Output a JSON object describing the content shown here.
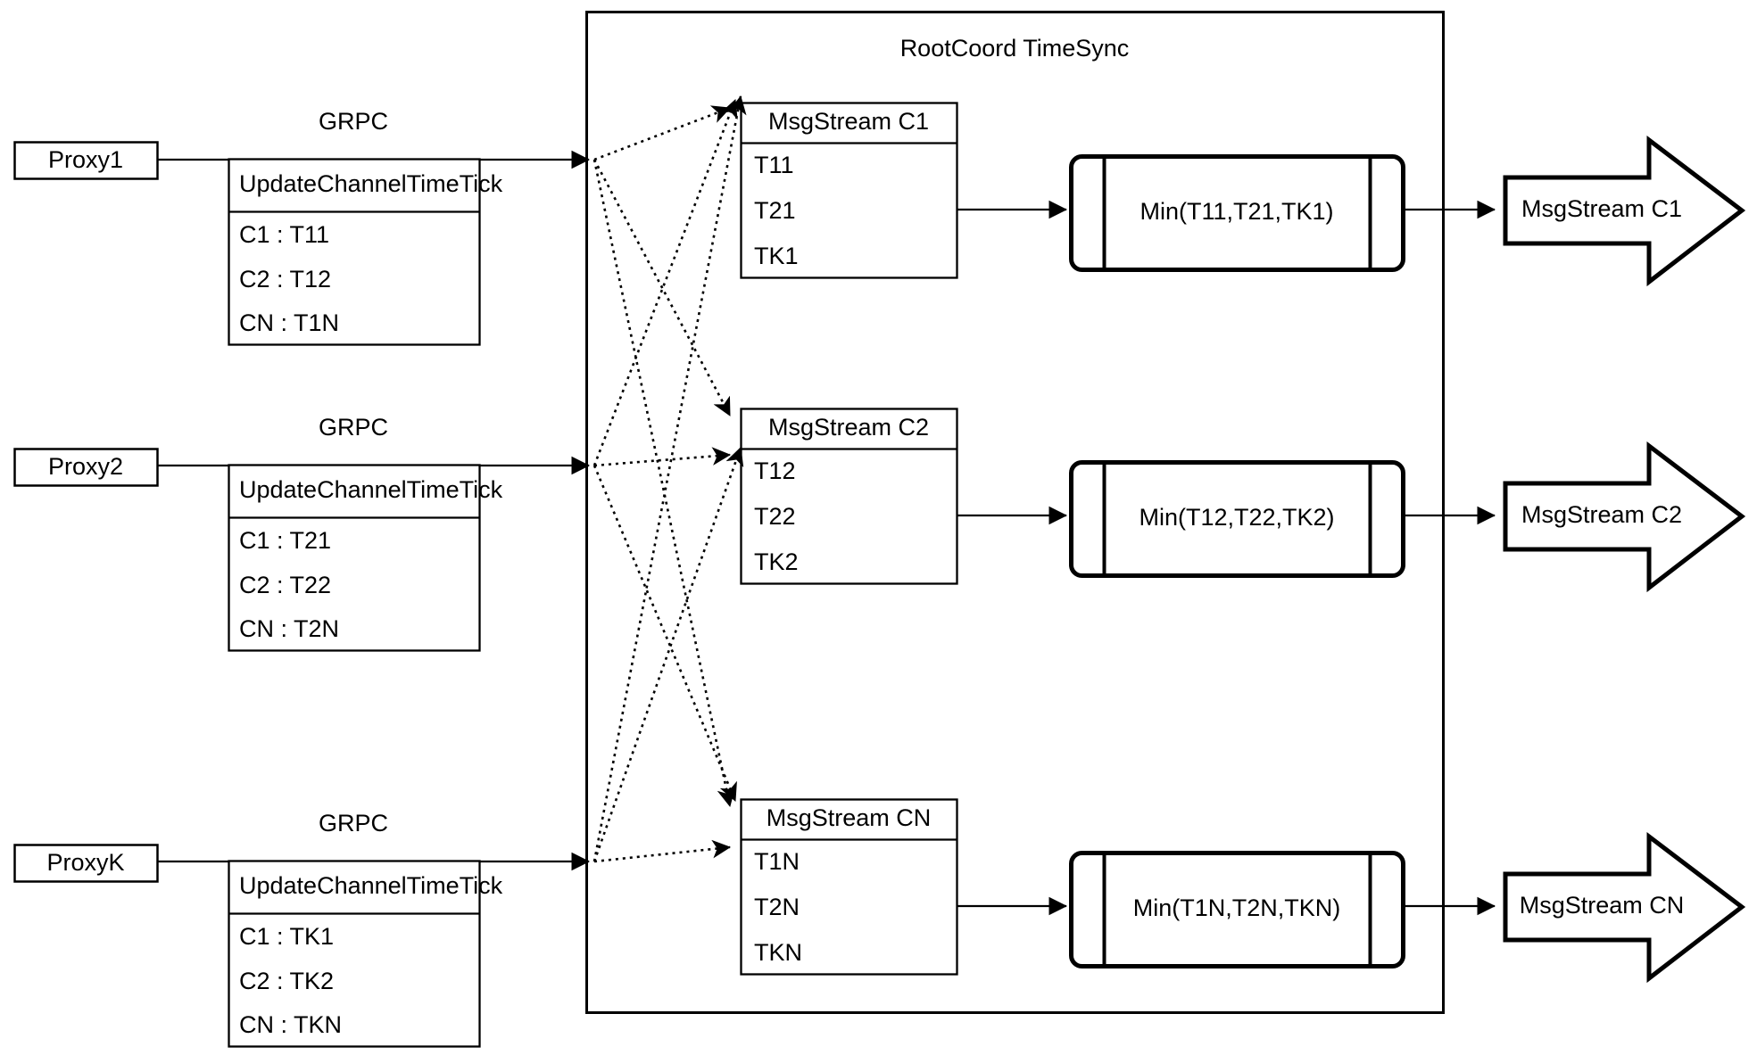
{
  "diagram": {
    "container": {
      "title": "RootCoord TimeSync"
    },
    "rows": [
      {
        "proxy": {
          "label": "Proxy1"
        },
        "link": {
          "label": "GRPC"
        },
        "request_table": {
          "header": "UpdateChannelTimeTick",
          "rows": [
            "C1 :  T11",
            "C2 :  T12",
            "CN : T1N"
          ]
        },
        "msgstream": {
          "header": "MsgStream C1",
          "rows": [
            "T11",
            "T21",
            "TK1"
          ]
        },
        "process": {
          "label": "Min(T11,T21,TK1)"
        },
        "output": {
          "label": "MsgStream C1"
        }
      },
      {
        "proxy": {
          "label": "Proxy2"
        },
        "link": {
          "label": "GRPC"
        },
        "request_table": {
          "header": "UpdateChannelTimeTick",
          "rows": [
            "C1 :  T21",
            "C2 :  T22",
            "CN : T2N"
          ]
        },
        "msgstream": {
          "header": "MsgStream C2",
          "rows": [
            "T12",
            "T22",
            "TK2"
          ]
        },
        "process": {
          "label": "Min(T12,T22,TK2)"
        },
        "output": {
          "label": "MsgStream C2"
        }
      },
      {
        "proxy": {
          "label": "ProxyK"
        },
        "link": {
          "label": "GRPC"
        },
        "request_table": {
          "header": "UpdateChannelTimeTick",
          "rows": [
            "C1 :  TK1",
            "C2 :  TK2",
            "CN : TKN"
          ]
        },
        "msgstream": {
          "header": "MsgStream CN",
          "rows": [
            "T1N",
            "T2N",
            "TKN"
          ]
        },
        "process": {
          "label": "Min(T1N,T2N,TKN)"
        },
        "output": {
          "label": "MsgStream CN"
        }
      }
    ],
    "colors": {
      "stroke": "#000000",
      "background": "#ffffff",
      "text": "#000000"
    }
  }
}
